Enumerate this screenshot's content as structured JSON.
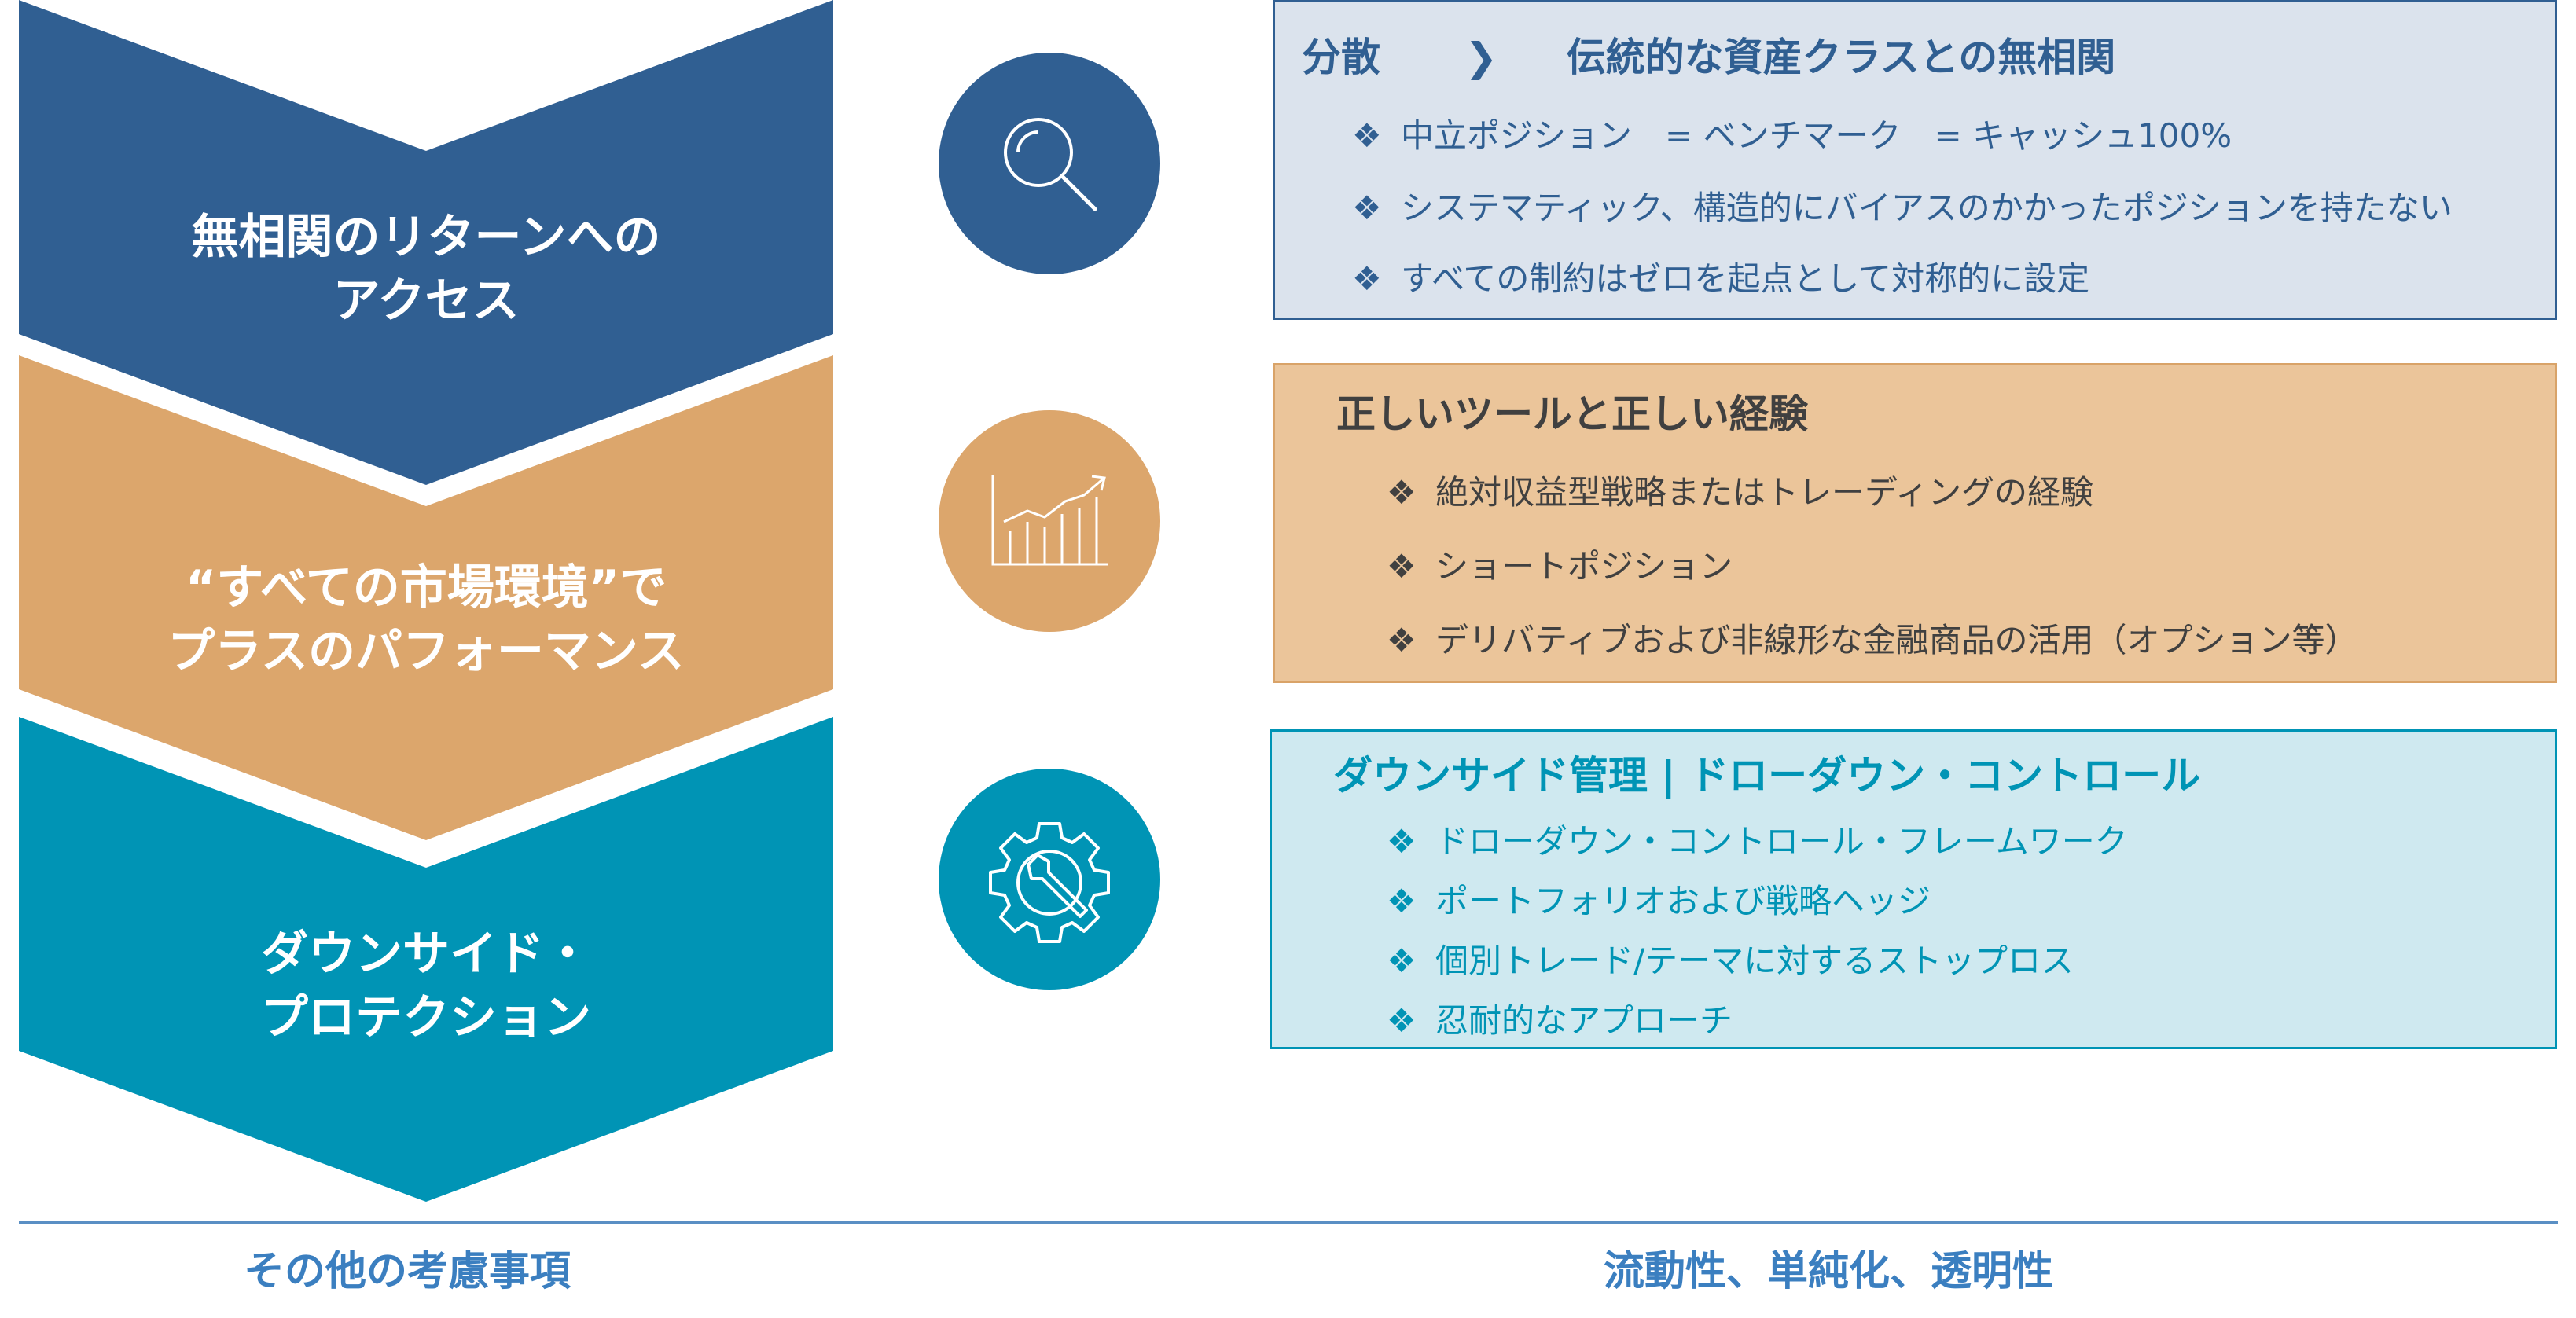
{
  "colors": {
    "navy": "#305f92",
    "orange": "#dca66c",
    "teal": "#0094b5",
    "panel_blue_bg": "#dbe3ed",
    "panel_blue_border": "#305f92",
    "panel_orange_bg": "#ebc59a",
    "panel_orange_border": "#d9a368",
    "panel_teal_bg": "#cfe9f0",
    "panel_teal_border": "#0094b5",
    "footer": "#3b7fc0"
  },
  "chevrons": [
    {
      "line1": "無相関のリターンへの",
      "line2": "アクセス"
    },
    {
      "line1": "“すべての市場環境”で",
      "line2": "プラスのパフォーマンス"
    },
    {
      "line1": "ダウンサイド・",
      "line2": "プロテクション"
    }
  ],
  "icons": [
    "magnifier-icon",
    "growth-chart-icon",
    "gear-wrench-icon"
  ],
  "panels": {
    "diversification": {
      "title_left": "分散",
      "arrow": "❯",
      "title_right": "伝統的な資産クラスとの無相関",
      "bullets": [
        "中立ポジション　= ベンチマーク　= キャッシュ100%",
        "システマティック、構造的にバイアスのかかったポジションを持たない",
        "すべての制約はゼロを起点として対称的に設定"
      ]
    },
    "tools": {
      "title": "正しいツールと正しい経験",
      "bullets": [
        "絶対収益型戦略またはトレーディングの経験",
        "ショートポジション",
        "デリバティブおよび非線形な金融商品の活用（オプション等）"
      ]
    },
    "downside": {
      "title": "ダウンサイド管理 | ドローダウン・コントロール",
      "bullets": [
        "ドローダウン・コントロール・フレームワーク",
        "ポートフォリオおよび戦略ヘッジ",
        "個別トレード/テーマに対するストップロス",
        "忍耐的なアプローチ"
      ]
    }
  },
  "bullet_mark": "❖",
  "footer": {
    "left": "その他の考慮事項",
    "right": "流動性、単純化、透明性"
  }
}
